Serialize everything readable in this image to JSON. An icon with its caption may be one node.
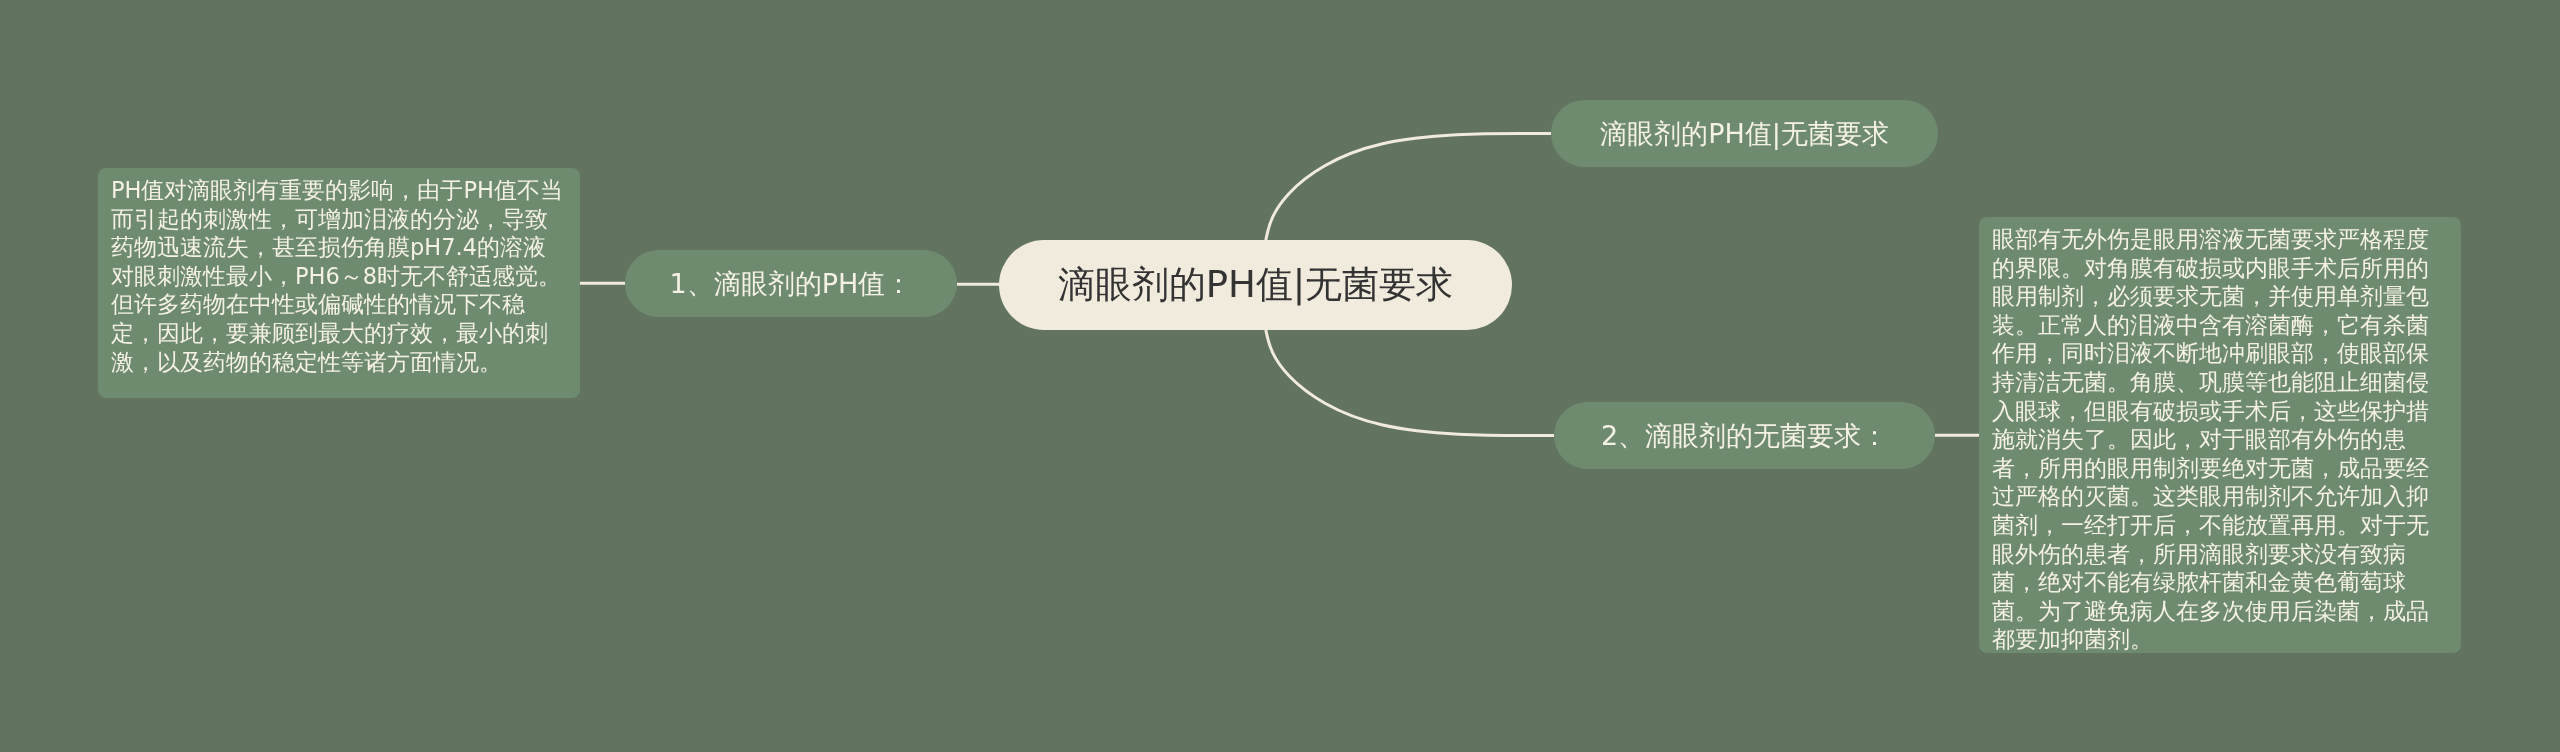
{
  "diagram": {
    "nodes": [
      {
        "text": [
          "滴眼剂的PH值|无菌要求"
        ]
      },
      {
        "text": [
          "滴眼剂的PH值|无菌要求"
        ]
      },
      {
        "text": [
          "1、滴眼剂的PH值："
        ]
      },
      {
        "text": [
          "PH值对滴眼剂有重要的影响，由于PH值不当而引起的刺激性，可增加泪液的分泌，导致药物迅速流失，甚至损伤角膜pH7.4的溶液对眼刺激性最小，PH6～8时无不舒适感觉。但许多药物在中性或偏碱性的情况下不稳定，因此，要兼顾到最大的疗效，最小的刺激，以及药物的稳定性等诸方面情况。"
        ]
      },
      {
        "text": [
          "2、滴眼剂的无菌要求："
        ]
      },
      {
        "text": [
          "眼部有无外伤是眼用溶液无菌要求严格程度的界限。对角膜有破损或内眼手术后所用的眼用制剂，必须要求无菌，并使用单剂量包装。正常人的泪液中含有溶菌酶，它有杀菌作用，同时泪液不断地冲刷眼部，使眼部保持清洁无菌。角膜、巩膜等也能阻止细菌侵入眼球，但眼有破损或手术后，这些保护措施就消失了。因此，对于眼部有外伤的患者，所用的眼用制剂要绝对无菌，成品要经过严格的灭菌。这类眼用制剂不允许加入抑菌剂，一经打开后，不能放置再用。对于无眼外伤的患者，所用滴眼剂要求没有致病菌，绝对不能有绿脓杆菌和金黄色葡萄球菌。为了避免病人在多次使用后染菌，成品都要加抑菌剂。"
        ]
      }
    ],
    "edges": [
      {
        "from": 0,
        "to": 1,
        "arrow": "none"
      },
      {
        "from": 0,
        "to": 2,
        "arrow": "none"
      },
      {
        "from": 2,
        "to": 3,
        "arrow": "none"
      },
      {
        "from": 0,
        "to": 4,
        "arrow": "none"
      },
      {
        "from": 4,
        "to": 5,
        "arrow": "none"
      }
    ]
  }
}
